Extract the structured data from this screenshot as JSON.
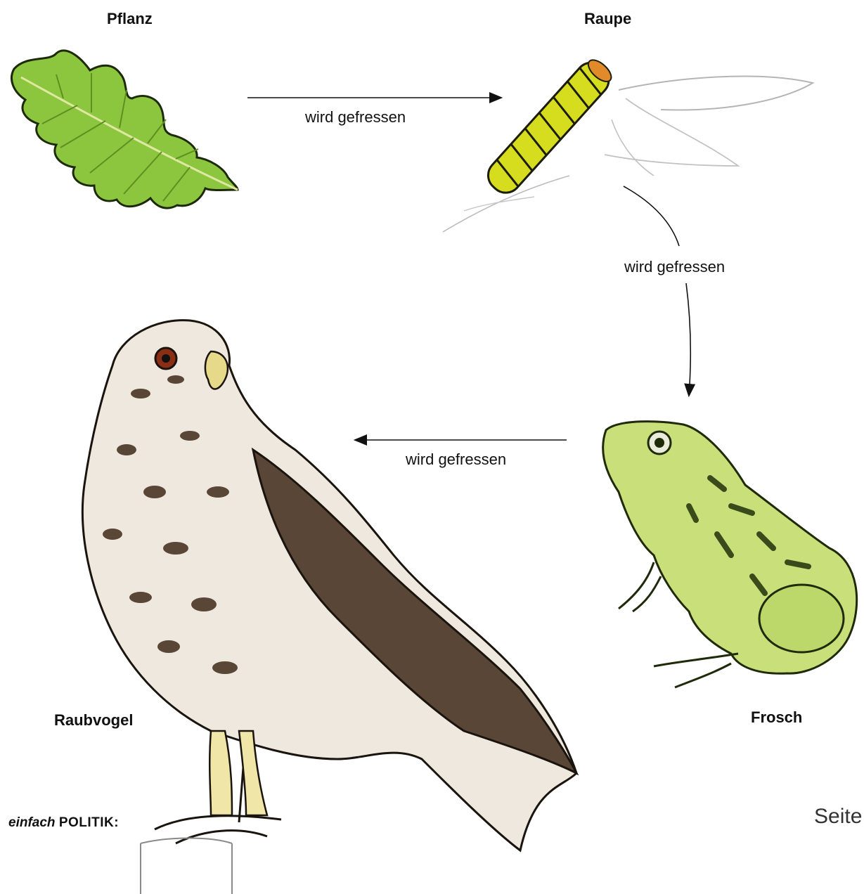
{
  "nodes": {
    "plant": "Pflanz",
    "caterpillar": "Raupe",
    "frog": "Frosch",
    "bird": "Raubvogel"
  },
  "edges": [
    {
      "from": "Pflanz",
      "to": "Raupe",
      "label": "wird gefressen"
    },
    {
      "from": "Raupe",
      "to": "Frosch",
      "label": "wird gefressen"
    },
    {
      "from": "Frosch",
      "to": "Raubvogel",
      "label": "wird gefressen"
    }
  ],
  "footer": {
    "brand_italic": "einfach",
    "brand_caps": "POLITIK:",
    "page": "Seite"
  },
  "colors": {
    "leaf": "#8cc63f",
    "leaf_dark": "#5e8f1f",
    "caterpillar": "#d6dc1e",
    "frog": "#c9e07a",
    "frog_spots": "#3a4a1a",
    "bird_brown": "#5a4636",
    "bird_light": "#efe8de",
    "feet": "#f0e6a8"
  }
}
